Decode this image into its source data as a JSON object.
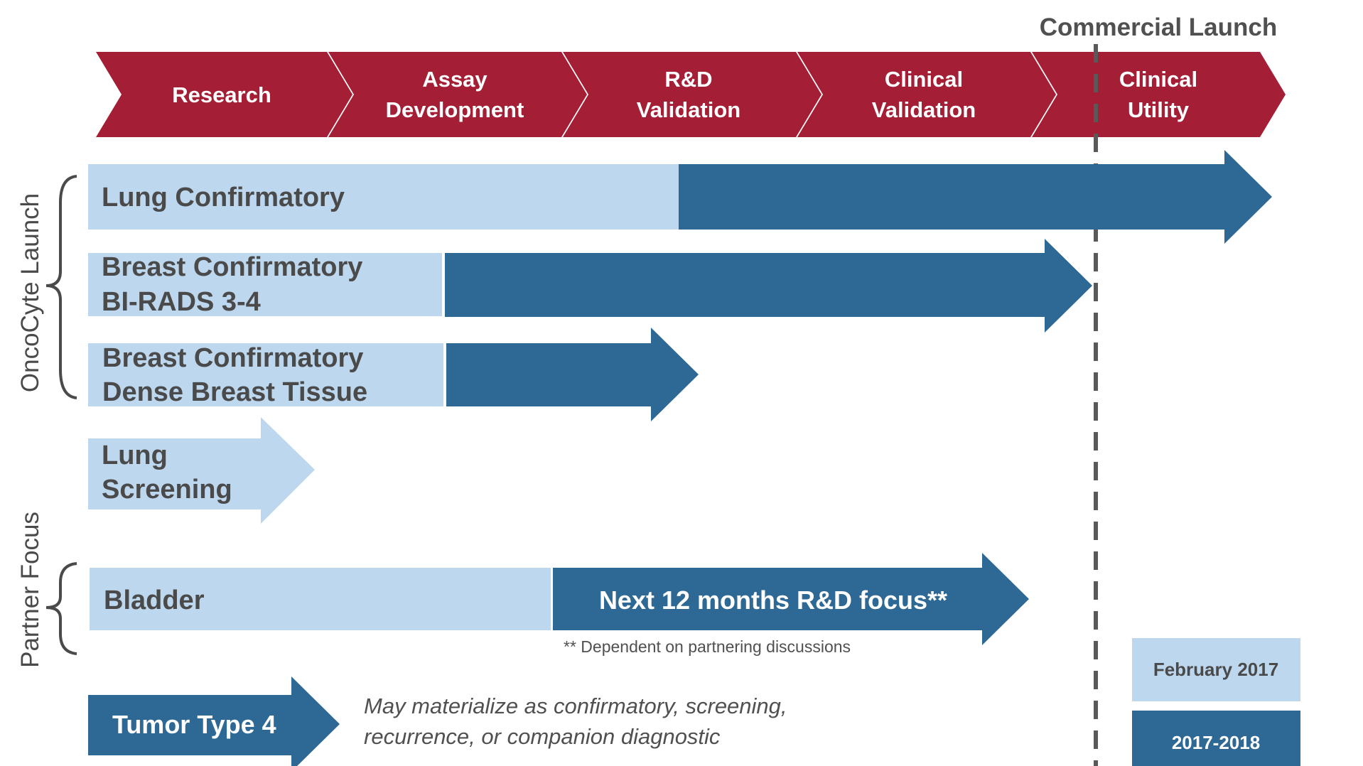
{
  "header": {
    "commercial_launch": "Commercial Launch"
  },
  "stages": [
    {
      "line1": "Research",
      "line2": ""
    },
    {
      "line1": "Assay",
      "line2": "Development"
    },
    {
      "line1": "R&D",
      "line2": "Validation"
    },
    {
      "line1": "Clinical",
      "line2": "Validation"
    },
    {
      "line1": "Clinical",
      "line2": "Utility"
    }
  ],
  "groups": {
    "oncocyte_launch": "OncoCyte Launch",
    "partner_focus": "Partner Focus"
  },
  "rows": {
    "lung_confirmatory": {
      "line1": "Lung Confirmatory"
    },
    "breast_birads": {
      "line1": "Breast Confirmatory",
      "line2": "BI-RADS 3-4"
    },
    "breast_dense": {
      "line1": "Breast Confirmatory",
      "line2": "Dense Breast Tissue"
    },
    "lung_screening": {
      "line1": "Lung",
      "line2": "Screening"
    },
    "bladder": {
      "line1": "Bladder",
      "arrow_label": "Next 12 months R&D focus**"
    },
    "tumor_type_4": {
      "line1": "Tumor Type 4"
    }
  },
  "notes": {
    "partnering": "** Dependent  on partnering  discussions",
    "materialize_line1": "May materialize as confirmatory, screening,",
    "materialize_line2": "recurrence,  or companion  diagnostic"
  },
  "legend": {
    "light": "February 2017",
    "dark": "2017-2018"
  },
  "colors": {
    "stage_red": "#A41E35",
    "light_blue": "#BDD7EE",
    "dark_blue": "#2E6996",
    "text_gray": "#4a4a4a",
    "dashed_line": "#595959"
  }
}
